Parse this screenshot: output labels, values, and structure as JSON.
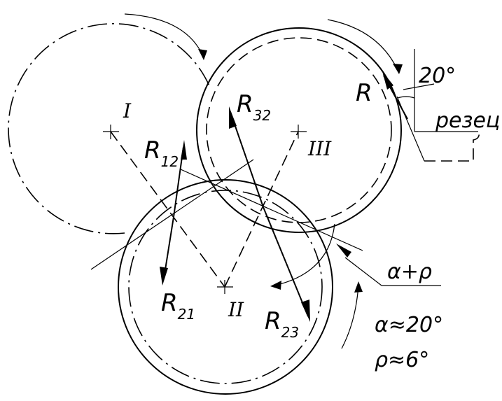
{
  "diagram": {
    "gears": [
      {
        "id": "I",
        "label": "I"
      },
      {
        "id": "II",
        "label": "II"
      },
      {
        "id": "III",
        "label": "III"
      }
    ],
    "forces": {
      "R12": {
        "main": "R",
        "sub": "12"
      },
      "R21": {
        "main": "R",
        "sub": "21"
      },
      "R32": {
        "main": "R",
        "sub": "32"
      },
      "R23": {
        "main": "R",
        "sub": "23"
      },
      "R": {
        "main": "R"
      }
    },
    "cutter": {
      "label": "резец",
      "angle": "20°"
    },
    "notes": {
      "alpha_rho": "α+ρ",
      "alpha": "α≈20°",
      "rho": "ρ≈6°"
    }
  }
}
